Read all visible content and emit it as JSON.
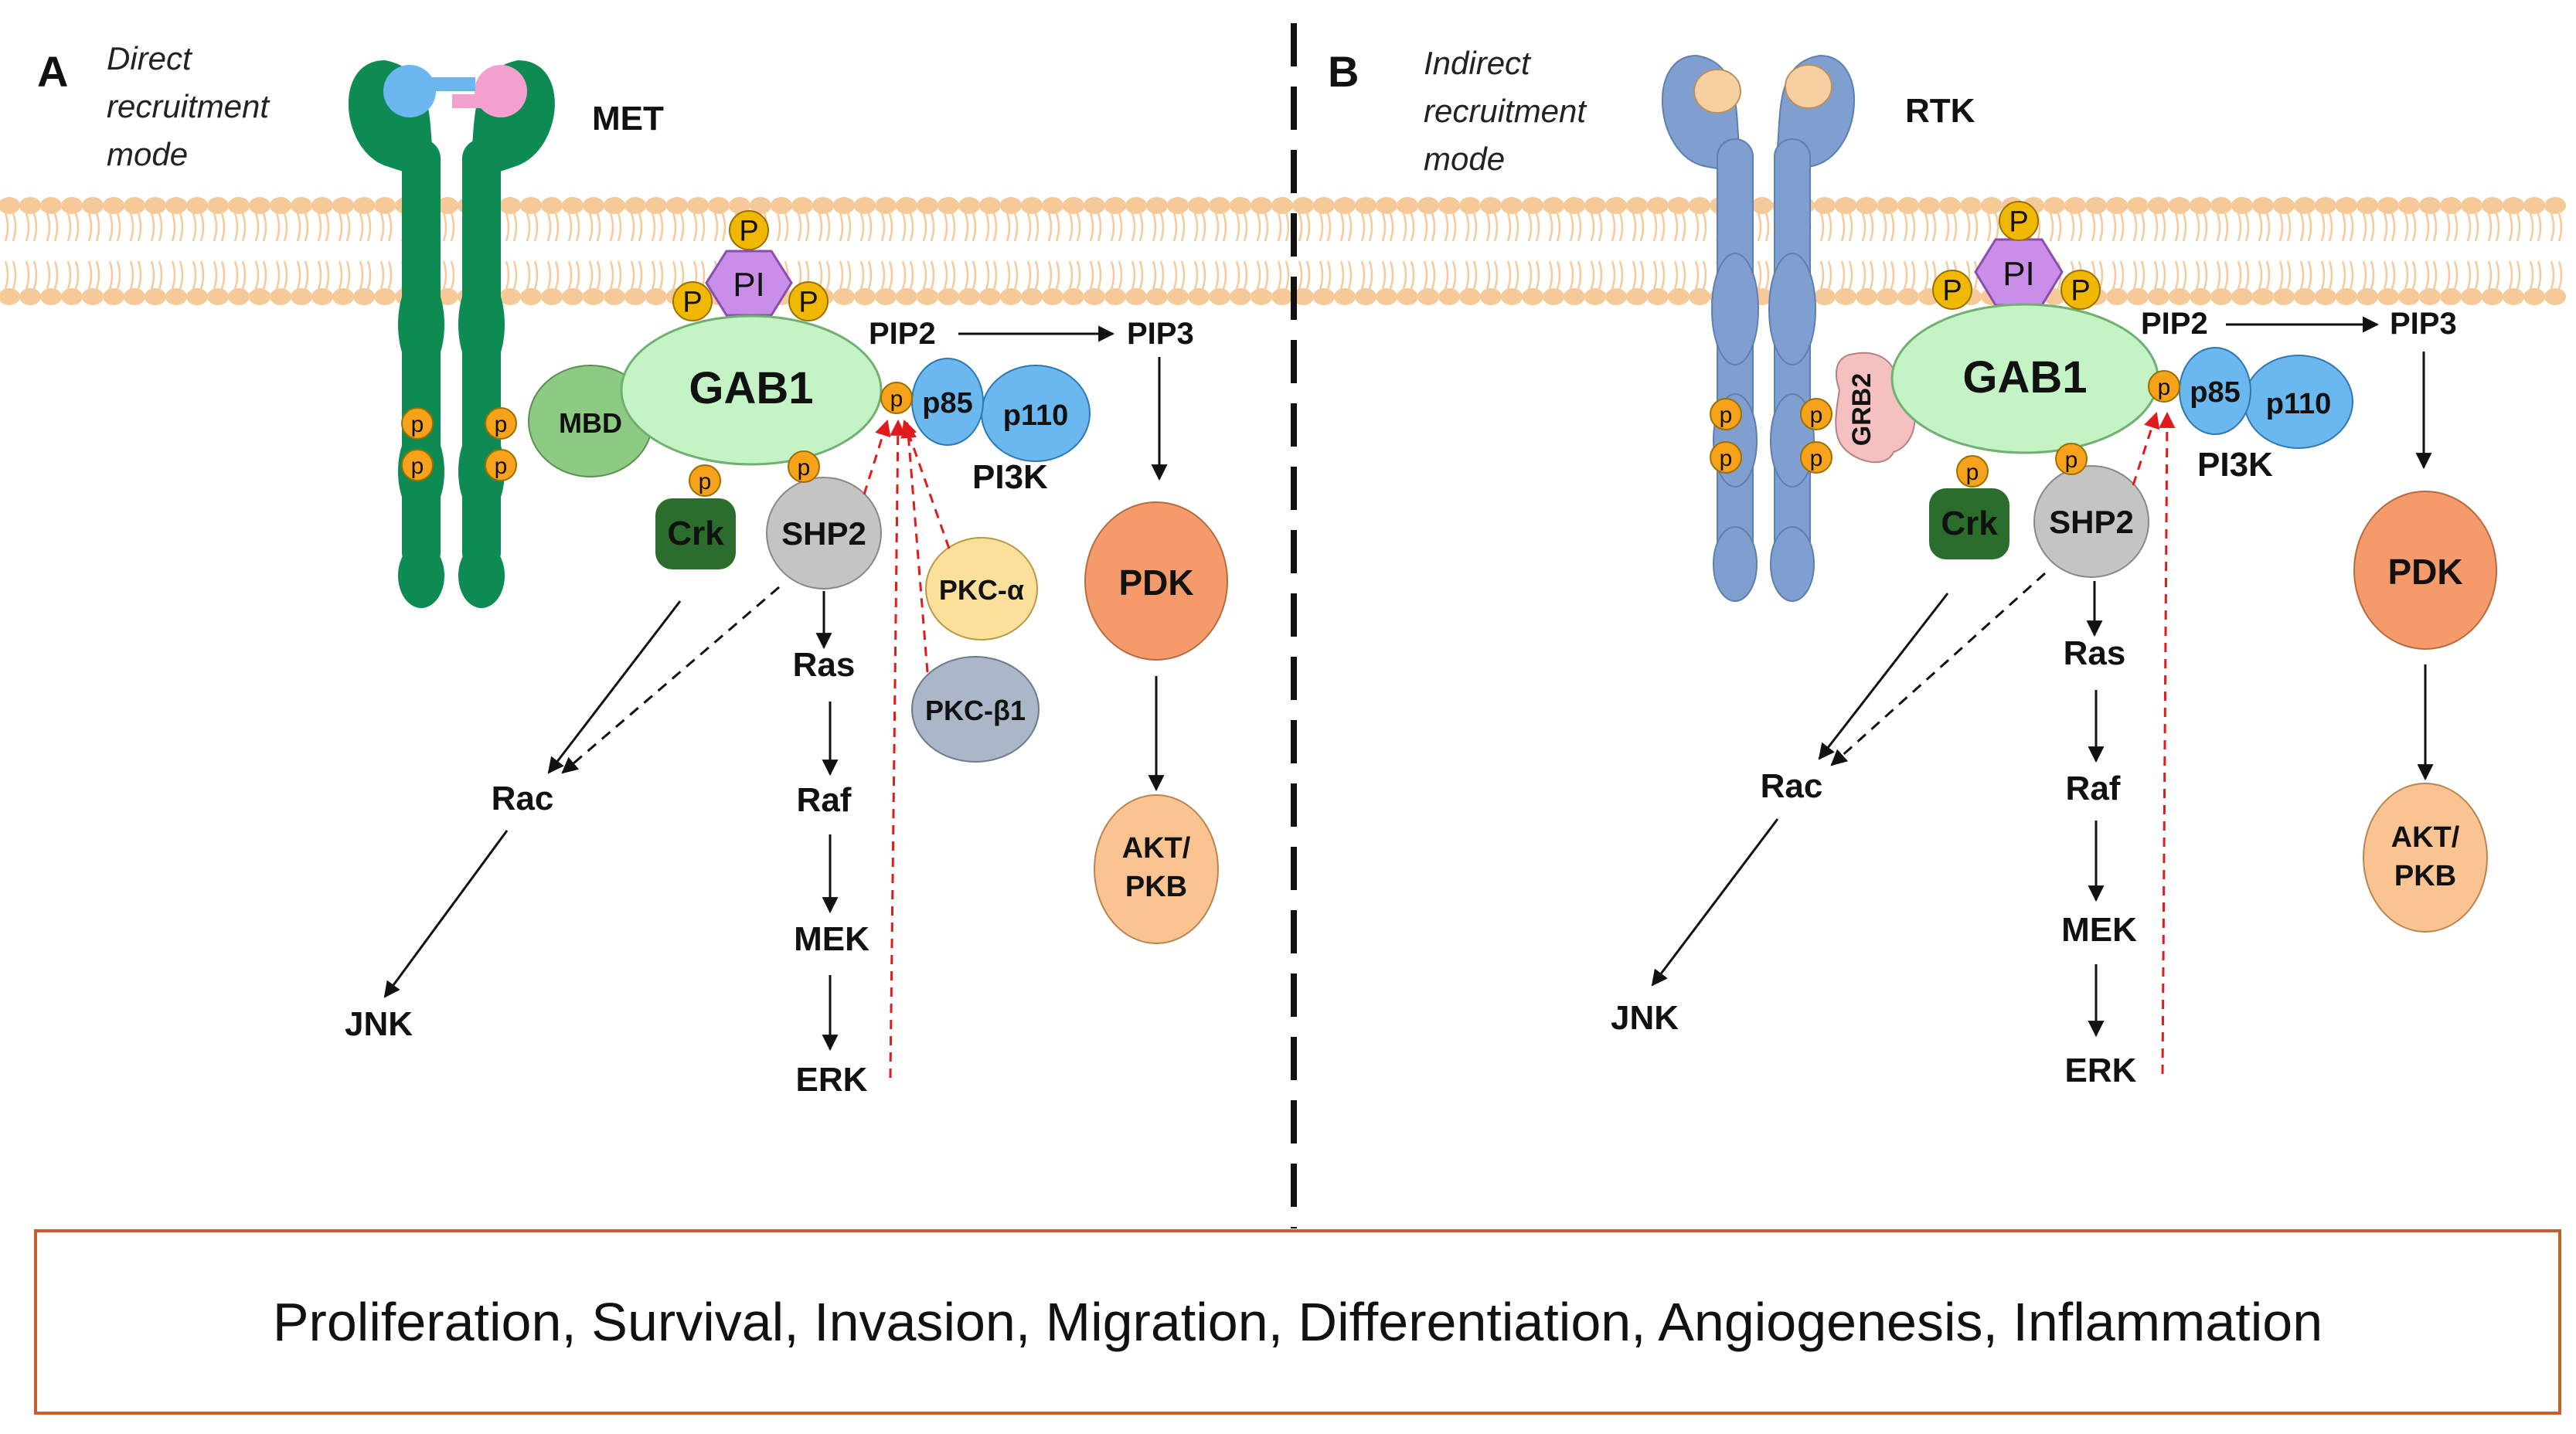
{
  "panel_a": {
    "letter": "A",
    "mode_line1": "Direct",
    "mode_line2": "recruitment",
    "mode_line3": "mode",
    "receptor": "MET"
  },
  "panel_b": {
    "letter": "B",
    "mode_line1": "Indirect",
    "mode_line2": "recruitment",
    "mode_line3": "mode",
    "receptor": "RTK"
  },
  "nodes": {
    "pi": "PI",
    "p": "P",
    "p_small": "p",
    "gab1": "GAB1",
    "mbd": "MBD",
    "grb2": "GRB2",
    "crk": "Crk",
    "shp2": "SHP2",
    "p85": "p85",
    "p110": "p110",
    "pi3k": "PI3K",
    "pip2": "PIP2",
    "pip3": "PIP3",
    "pdk": "PDK",
    "akt_line1": "AKT/",
    "akt_line2": "PKB",
    "pkc_alpha": "PKC-α",
    "pkc_beta1": "PKC-β1",
    "ras": "Ras",
    "raf": "Raf",
    "mek": "MEK",
    "erk": "ERK",
    "rac": "Rac",
    "jnk": "JNK"
  },
  "outcome": "Proliferation, Survival, Invasion, Migration, Differentiation, Angiogenesis, Inflammation",
  "colors": {
    "membrane": "#f6c999",
    "met_green": "#0e8a53",
    "rtk_blue": "#7f9fd0",
    "rtk_knob": "#f7cfa0",
    "gab1": "#c4f3c6",
    "mbd": "#8ecb82",
    "grb2": "#f4c0c0",
    "pi": "#c98fe8",
    "phospho": "#f0b800",
    "phospho_orange": "#f7a21b",
    "p85": "#6bb8f0",
    "crk": "#2b6d2c",
    "shp2": "#c4c4c4",
    "pdk": "#f59a6a",
    "akt": "#f9c491",
    "pkc_alpha": "#fbe09c",
    "pkc_beta1": "#a9b7c9",
    "red_dashed": "#e11b1b",
    "box_border": "#c5602a"
  }
}
